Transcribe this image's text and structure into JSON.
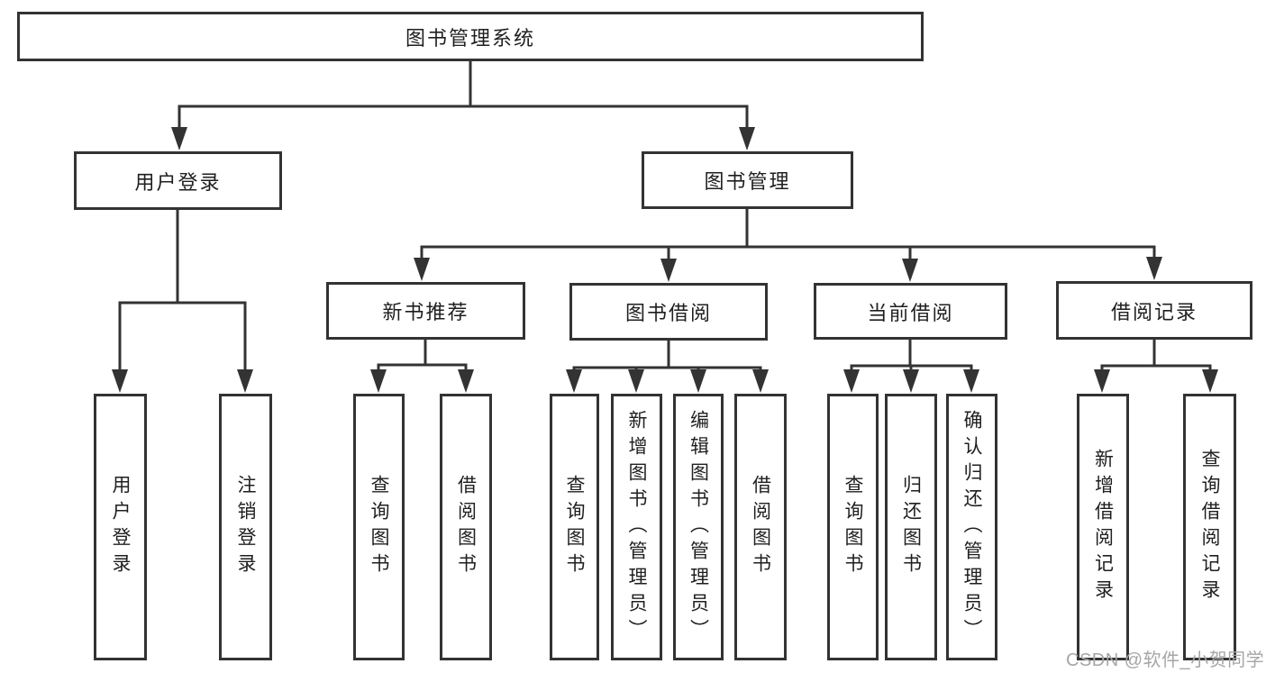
{
  "diagram": {
    "root": {
      "label": "图书管理系统",
      "children": [
        {
          "label": "用户登录",
          "children": [
            {
              "label": "用户登录"
            },
            {
              "label": "注销登录"
            }
          ]
        },
        {
          "label": "图书管理",
          "children": [
            {
              "label": "新书推荐",
              "children": [
                {
                  "label": "查询图书"
                },
                {
                  "label": "借阅图书"
                }
              ]
            },
            {
              "label": "图书借阅",
              "children": [
                {
                  "label": "查询图书"
                },
                {
                  "label": "新增图书（管理员）"
                },
                {
                  "label": "编辑图书（管理员）"
                },
                {
                  "label": "借阅图书"
                }
              ]
            },
            {
              "label": "当前借阅",
              "children": [
                {
                  "label": "查询图书"
                },
                {
                  "label": "归还图书"
                },
                {
                  "label": "确认归还（管理员）"
                }
              ]
            },
            {
              "label": "借阅记录",
              "children": [
                {
                  "label": "新增借阅记录"
                },
                {
                  "label": "查询借阅记录"
                }
              ]
            }
          ]
        }
      ]
    }
  },
  "watermark": {
    "text": "CSDN @软件_小贺同学"
  },
  "colors": {
    "line": "#333333",
    "node_text": "#1f1f1f",
    "watermark": "#a6a6a6",
    "background": "#ffffff"
  }
}
